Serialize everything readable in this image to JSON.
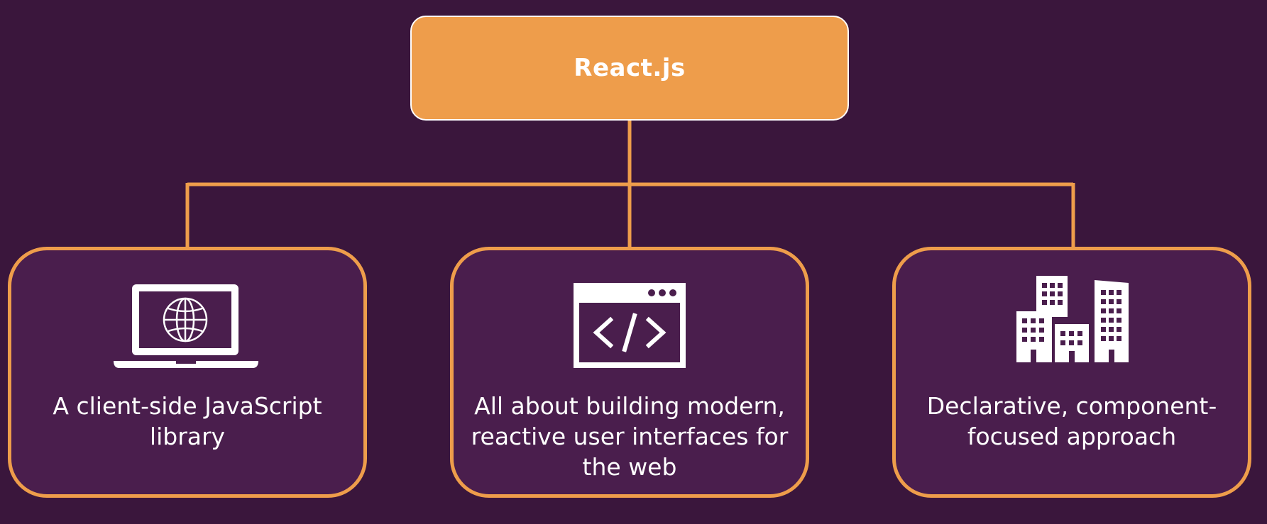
{
  "colors": {
    "background": "#3a163c",
    "accent": "#ee9d4b",
    "card_fill": "#4a1e4d",
    "text": "#ffffff"
  },
  "root": {
    "label": "React.js"
  },
  "cards": [
    {
      "icon": "laptop-globe-icon",
      "lines": [
        "A client-side JavaScript",
        "library"
      ]
    },
    {
      "icon": "code-window-icon",
      "lines": [
        "All about building modern,",
        "reactive user interfaces for",
        "the web"
      ]
    },
    {
      "icon": "buildings-icon",
      "lines": [
        "Declarative, component-",
        "focused approach"
      ]
    }
  ]
}
